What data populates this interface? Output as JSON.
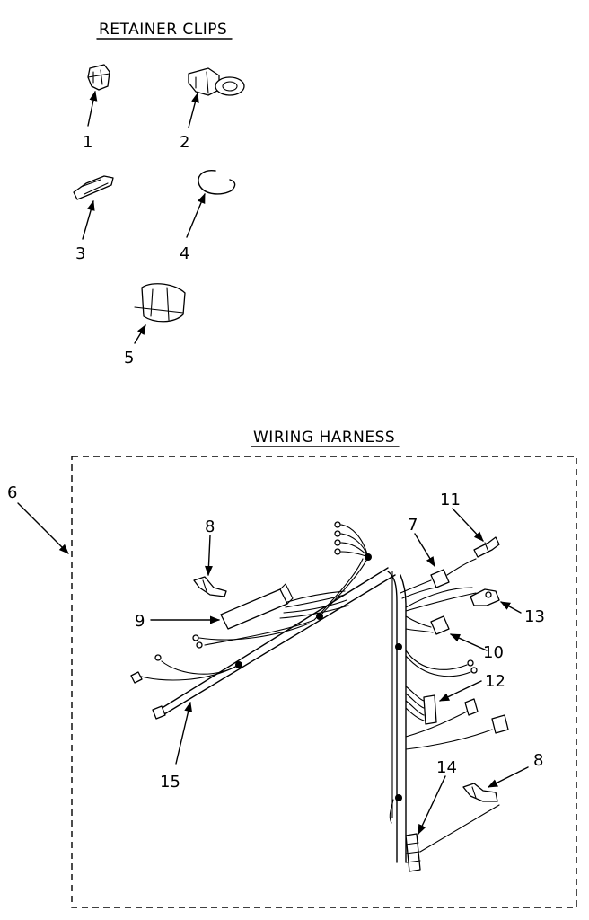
{
  "titles": {
    "retainer_clips": "RETAINER CLIPS",
    "wiring_harness": "WIRING HARNESS"
  },
  "callouts": {
    "c1": "1",
    "c2": "2",
    "c3": "3",
    "c4": "4",
    "c5": "5",
    "c6": "6",
    "c7": "7",
    "c8a": "8",
    "c8b": "8",
    "c9": "9",
    "c10": "10",
    "c11": "11",
    "c12": "12",
    "c13": "13",
    "c14": "14",
    "c15": "15"
  }
}
